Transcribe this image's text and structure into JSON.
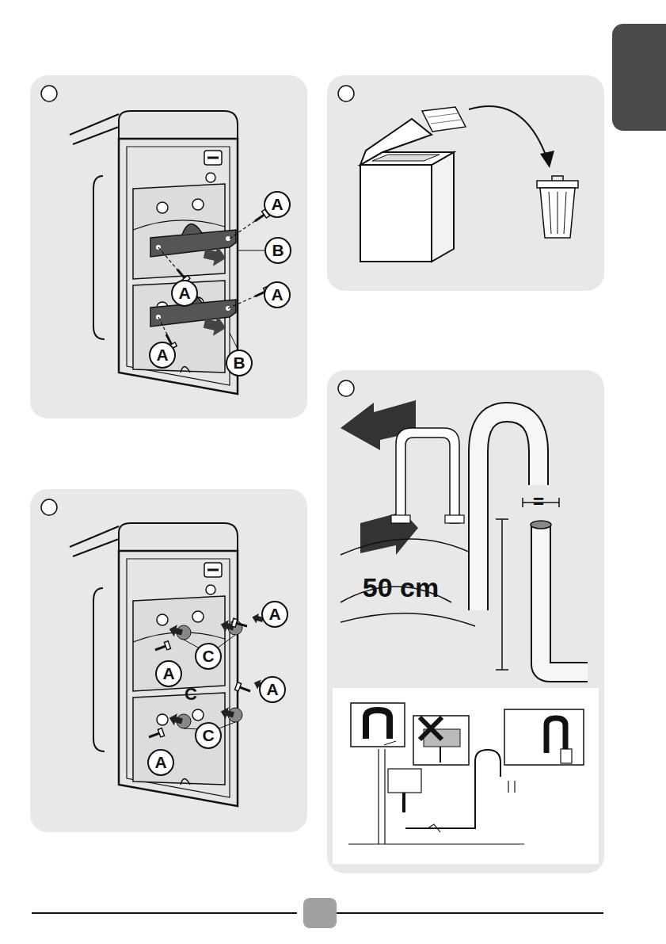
{
  "diagram": {
    "nodes": [
      {
        "text": [
          "A"
        ]
      },
      {
        "text": [
          "B"
        ]
      },
      {
        "text": [
          "A"
        ]
      },
      {
        "text": [
          "A"
        ]
      },
      {
        "text": [
          "A"
        ]
      },
      {
        "text": [
          "B"
        ]
      },
      {
        "text": [
          "A"
        ]
      },
      {
        "text": [
          "C"
        ]
      },
      {
        "text": [
          "A"
        ]
      },
      {
        "text": [
          "A"
        ]
      },
      {
        "text": [
          "C"
        ]
      },
      {
        "text": [
          "A"
        ]
      }
    ],
    "labels": [
      "C",
      "50 cm",
      "="
    ]
  }
}
